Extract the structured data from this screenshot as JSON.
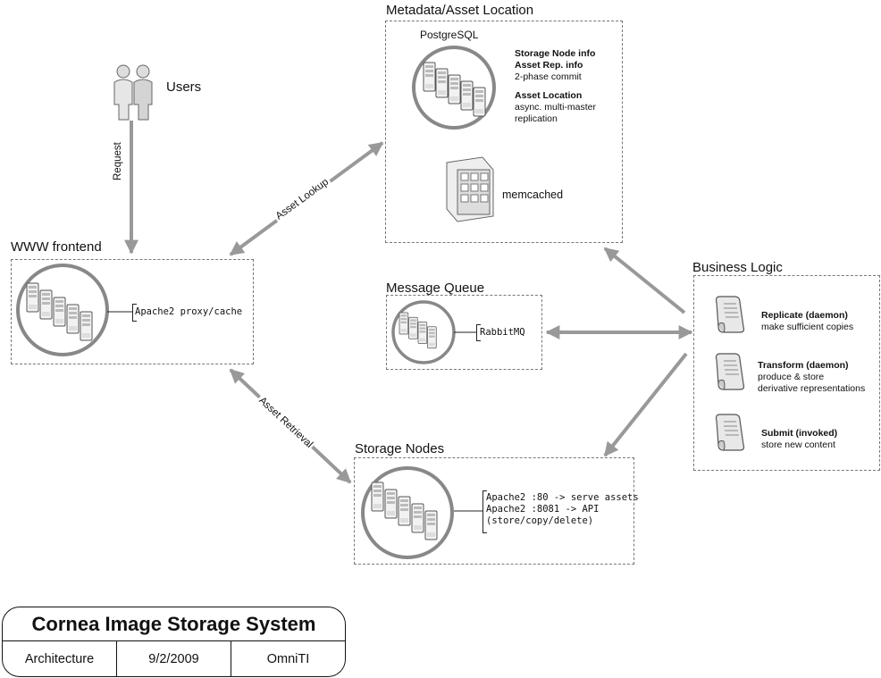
{
  "users": {
    "label": "Users"
  },
  "request": {
    "label": "Request"
  },
  "frontend": {
    "title": "WWW frontend",
    "service": "Apache2 proxy/cache"
  },
  "asset_lookup": {
    "label": "Asset Lookup"
  },
  "asset_retrieval": {
    "label": "Asset Retrieval"
  },
  "metadata": {
    "title": "Metadata/Asset Location",
    "db_name": "PostgreSQL",
    "storage_node_info": "Storage Node info",
    "asset_rep_info": "Asset Rep. info",
    "two_phase": "2-phase commit",
    "asset_location": "Asset Location",
    "async_line1": "async. multi-master",
    "async_line2": "replication",
    "cache_name": "memcached"
  },
  "mq": {
    "title": "Message Queue",
    "service": "RabbitMQ"
  },
  "storage": {
    "title": "Storage Nodes",
    "line1": "Apache2 :80 -> serve assets",
    "line2": "Apache2 :8081 -> API",
    "line3": "(store/copy/delete)"
  },
  "business": {
    "title": "Business Logic",
    "items": [
      {
        "name": "Replicate (daemon)",
        "desc1": "make sufficient copies",
        "desc2": ""
      },
      {
        "name": "Transform (daemon)",
        "desc1": "produce & store",
        "desc2": "derivative representations"
      },
      {
        "name": "Submit (invoked)",
        "desc1": "store new content",
        "desc2": ""
      }
    ]
  },
  "legend": {
    "title": "Cornea Image Storage System",
    "cells": [
      "Architecture",
      "9/2/2009",
      "OmniTI"
    ]
  }
}
